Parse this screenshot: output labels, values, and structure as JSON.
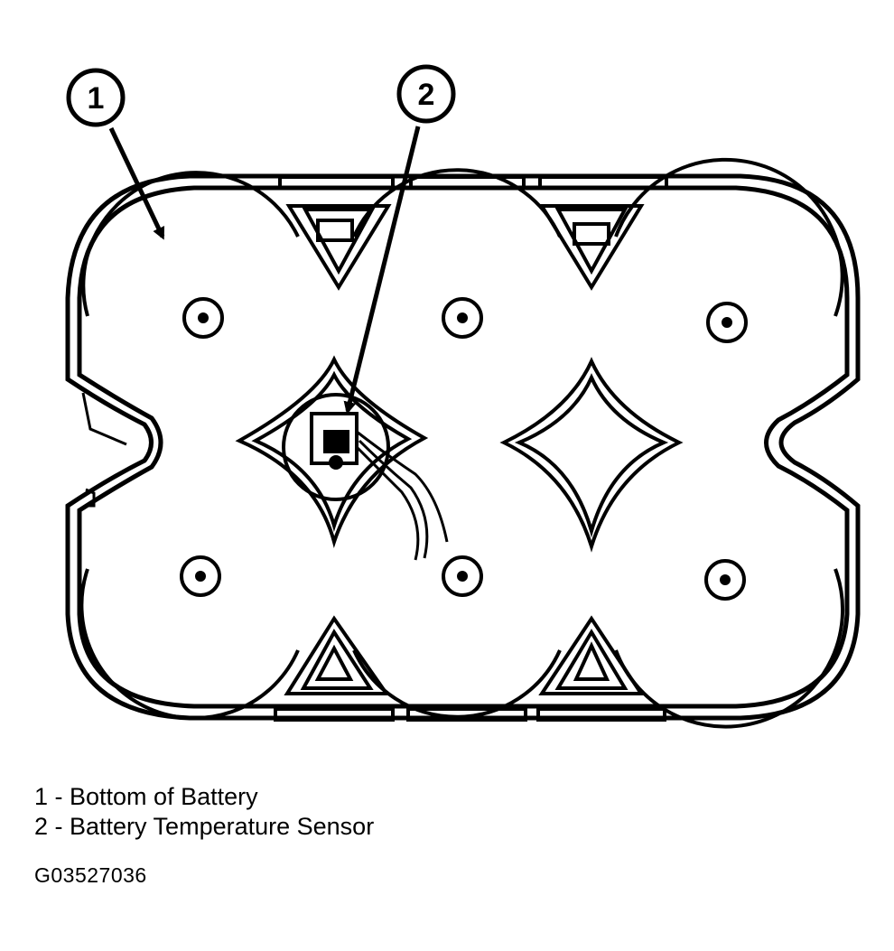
{
  "callouts": [
    {
      "number": "1"
    },
    {
      "number": "2"
    }
  ],
  "legend": [
    {
      "number": "1",
      "separator": "-",
      "text": "Bottom of Battery",
      "full": "1 - Bottom of Battery"
    },
    {
      "number": "2",
      "separator": "-",
      "text": "Battery Temperature Sensor",
      "full": "2 - Battery Temperature Sensor"
    }
  ],
  "figure_id": "G03527036",
  "colors": {
    "line": "#000000",
    "background": "#ffffff"
  }
}
